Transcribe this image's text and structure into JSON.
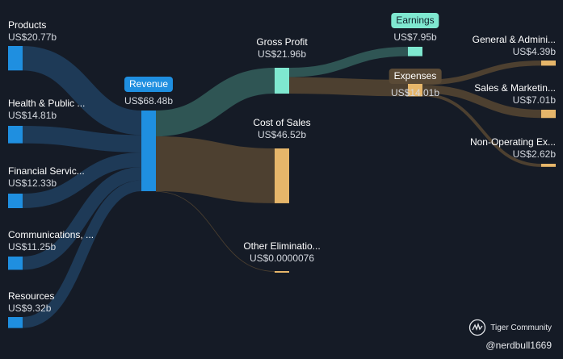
{
  "chart_data": {
    "type": "sankey",
    "currency_prefix": "US$",
    "nodes": [
      {
        "id": "products",
        "name": "Products",
        "value": "US$20.77b"
      },
      {
        "id": "health",
        "name": "Health & Public ...",
        "value": "US$14.81b"
      },
      {
        "id": "financial",
        "name": "Financial Servic...",
        "value": "US$12.33b"
      },
      {
        "id": "communications",
        "name": "Communications, ...",
        "value": "US$11.25b"
      },
      {
        "id": "resources",
        "name": "Resources",
        "value": "US$9.32b"
      },
      {
        "id": "revenue",
        "name": "Revenue",
        "value": "US$68.48b"
      },
      {
        "id": "gross_profit",
        "name": "Gross Profit",
        "value": "US$21.96b"
      },
      {
        "id": "cost_of_sales",
        "name": "Cost of Sales",
        "value": "US$46.52b"
      },
      {
        "id": "other_elim",
        "name": "Other Eliminatio...",
        "value": "US$0.0000076"
      },
      {
        "id": "earnings",
        "name": "Earnings",
        "value": "US$7.95b"
      },
      {
        "id": "expenses",
        "name": "Expenses",
        "value": "US$14.01b"
      },
      {
        "id": "gen_admin",
        "name": "General & Admini...",
        "value": "US$4.39b"
      },
      {
        "id": "sales_mkt",
        "name": "Sales & Marketin...",
        "value": "US$7.01b"
      },
      {
        "id": "non_op",
        "name": "Non-Operating Ex...",
        "value": "US$2.62b"
      }
    ],
    "links": [
      {
        "source": "products",
        "target": "revenue",
        "value": 20.77
      },
      {
        "source": "health",
        "target": "revenue",
        "value": 14.81
      },
      {
        "source": "financial",
        "target": "revenue",
        "value": 12.33
      },
      {
        "source": "communications",
        "target": "revenue",
        "value": 11.25
      },
      {
        "source": "resources",
        "target": "revenue",
        "value": 9.32
      },
      {
        "source": "revenue",
        "target": "gross_profit",
        "value": 21.96
      },
      {
        "source": "revenue",
        "target": "cost_of_sales",
        "value": 46.52
      },
      {
        "source": "revenue",
        "target": "other_elim",
        "value": 7.6e-06
      },
      {
        "source": "gross_profit",
        "target": "earnings",
        "value": 7.95
      },
      {
        "source": "gross_profit",
        "target": "expenses",
        "value": 14.01
      },
      {
        "source": "expenses",
        "target": "gen_admin",
        "value": 4.39
      },
      {
        "source": "expenses",
        "target": "sales_mkt",
        "value": 7.01
      },
      {
        "source": "expenses",
        "target": "non_op",
        "value": 2.62
      }
    ]
  },
  "colors": {
    "background": "#151b26",
    "segment_node": "#1f8fe0",
    "segment_link": "#1e3a57",
    "revenue_node": "#1f8fe0",
    "revenue_pill": "#1f8fe0",
    "profit_node": "#7fe8d0",
    "profit_link": "#2f5554",
    "cost_node": "#e6b66a",
    "cost_link": "#4d4030",
    "earnings_pill": "#7fe8d0",
    "expenses_pill": "#5a4a36"
  },
  "watermark": {
    "brand": "Tiger Community",
    "handle": "@nerdbull1669",
    "logo_icon": "tiger-logo-icon"
  }
}
